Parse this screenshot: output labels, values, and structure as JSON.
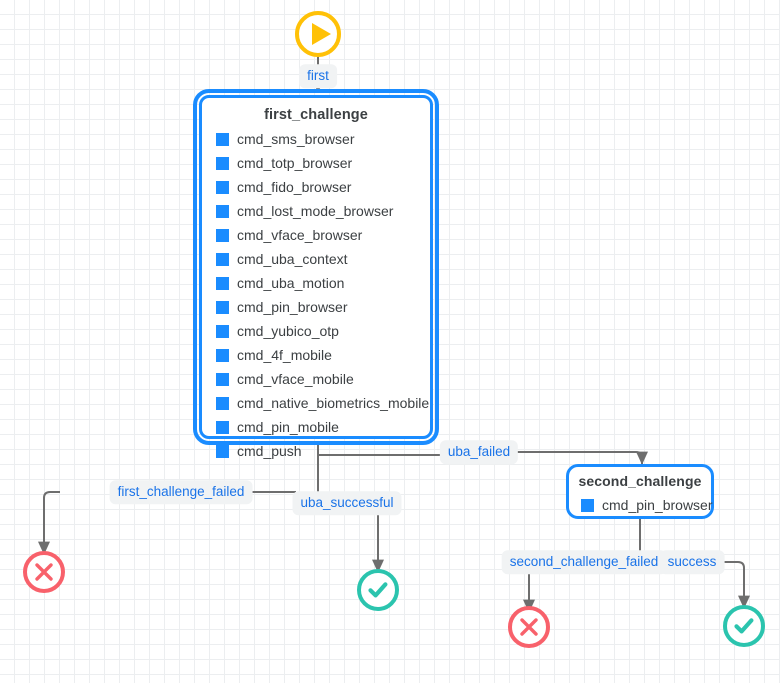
{
  "diagram": {
    "title": "authentication-policy-flow",
    "background": "#ffffff",
    "grid": true,
    "colors": {
      "node_border": "#1a8cff",
      "node_swatch": "#1a8cff",
      "edge_line": "#6e6e6e",
      "edge_label_text": "#1a73e8",
      "edge_label_bg": "#f1f3f4",
      "start_node": "#ffc107",
      "fail_node": "#f8616b",
      "success_node": "#2bc4ae",
      "node_title_text": "#3c4043"
    }
  },
  "nodes": {
    "start": {
      "name": "start-node",
      "icon": "play-icon"
    },
    "first_challenge": {
      "title": "first_challenge",
      "items": [
        "cmd_sms_browser",
        "cmd_totp_browser",
        "cmd_fido_browser",
        "cmd_lost_mode_browser",
        "cmd_vface_browser",
        "cmd_uba_context",
        "cmd_uba_motion",
        "cmd_pin_browser",
        "cmd_yubico_otp",
        "cmd_4f_mobile",
        "cmd_vface_mobile",
        "cmd_native_biometrics_mobile",
        "cmd_pin_mobile",
        "cmd_push"
      ]
    },
    "second_challenge": {
      "title": "second_challenge",
      "items": [
        "cmd_pin_browser"
      ]
    },
    "end_first_challenge_failed": {
      "name": "fail-node",
      "icon": "x-circle-icon"
    },
    "end_uba_successful": {
      "name": "success-node",
      "icon": "check-circle-icon"
    },
    "end_second_challenge_failed": {
      "name": "fail-node",
      "icon": "x-circle-icon"
    },
    "end_success": {
      "name": "success-node",
      "icon": "check-circle-icon"
    }
  },
  "edges": [
    {
      "id": "first",
      "label": "first",
      "from": "start",
      "to": "first_challenge"
    },
    {
      "id": "first_challenge_failed",
      "label": "first_challenge_failed",
      "from": "first_challenge",
      "to": "end_first_challenge_failed"
    },
    {
      "id": "uba_successful",
      "label": "uba_successful",
      "from": "first_challenge",
      "to": "end_uba_successful"
    },
    {
      "id": "uba_failed",
      "label": "uba_failed",
      "from": "first_challenge",
      "to": "second_challenge"
    },
    {
      "id": "second_challenge_failed",
      "label": "second_challenge_failed",
      "from": "second_challenge",
      "to": "end_second_challenge_failed"
    },
    {
      "id": "success",
      "label": "success",
      "from": "second_challenge",
      "to": "end_success"
    }
  ]
}
